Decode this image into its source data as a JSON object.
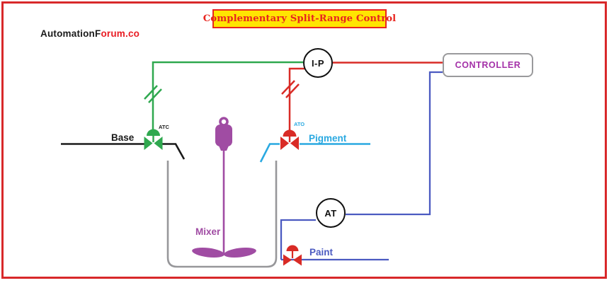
{
  "brand": {
    "logo_black": "AutomationF",
    "logo_red": "orum.co"
  },
  "title": "Complementary Split-Range Control",
  "diagram": {
    "controller_label": "CONTROLLER",
    "ip_transducer_label": "I-P",
    "analyzer_transmitter_label": "AT",
    "mixer_label": "Mixer",
    "valves": {
      "base_valve_tag": "ATC",
      "pigment_valve_tag": "ATO"
    },
    "streams": {
      "base": "Base",
      "pigment": "Pigment",
      "paint": "Paint"
    }
  },
  "colors": {
    "frame_red": "#d8282a",
    "title_bg": "#ffe501",
    "title_text": "#e8251f",
    "logo_black": "#1a1a1a",
    "logo_red": "#e81c23",
    "green_signal": "#2fa84f",
    "red_signal": "#d92b26",
    "cyan_stream": "#2aa9e1",
    "blue_signal": "#4b5ac1",
    "purple_equipment": "#a04ca3",
    "tank_gray": "#97979a",
    "pipe_black": "#1a1a1a"
  }
}
